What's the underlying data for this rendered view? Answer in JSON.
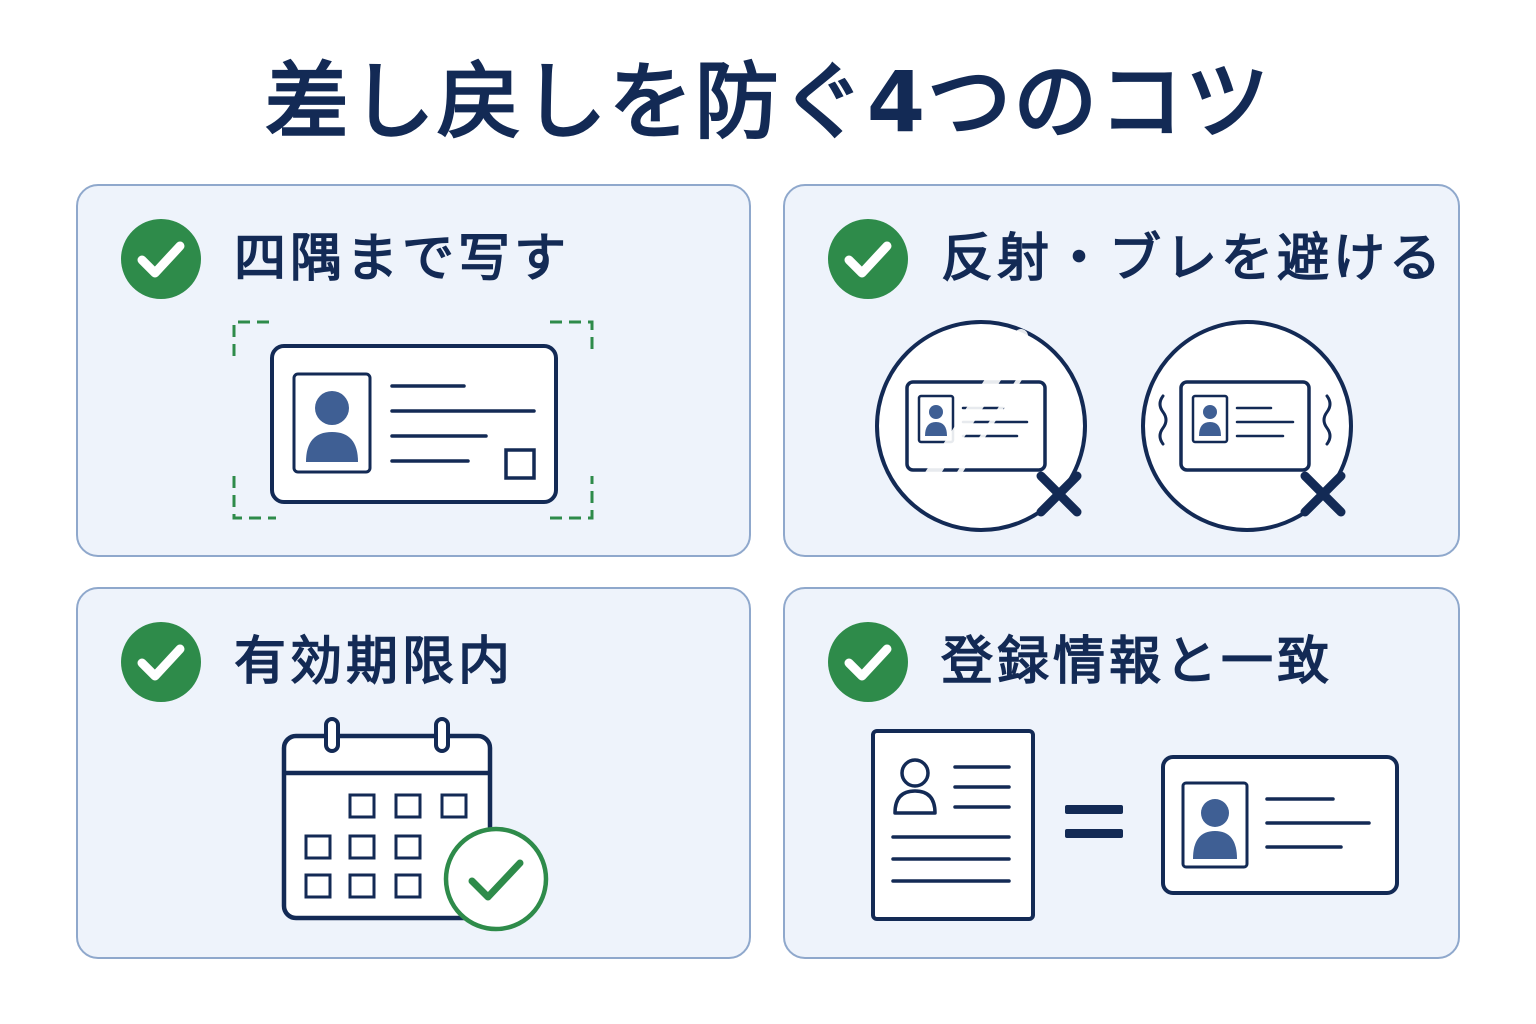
{
  "title": "差し戻しを防ぐ4つのコツ",
  "colors": {
    "navy": "#132a55",
    "accent_green": "#2e8b4a",
    "card_bg": "#eef3fb",
    "card_border": "#8fa8cc",
    "photo_blue": "#3f5f94"
  },
  "tips": [
    {
      "title": "四隅まで写す",
      "icon": "check-circle-icon",
      "illustration": "id-card-with-corner-frame"
    },
    {
      "title": "反射・ブレを避ける",
      "icon": "check-circle-icon",
      "illustration": "glare-and-blur-ng-examples"
    },
    {
      "title": "有効期限内",
      "icon": "check-circle-icon",
      "illustration": "calendar-with-check"
    },
    {
      "title": "登録情報と一致",
      "icon": "check-circle-icon",
      "illustration": "document-equals-id-card"
    }
  ]
}
